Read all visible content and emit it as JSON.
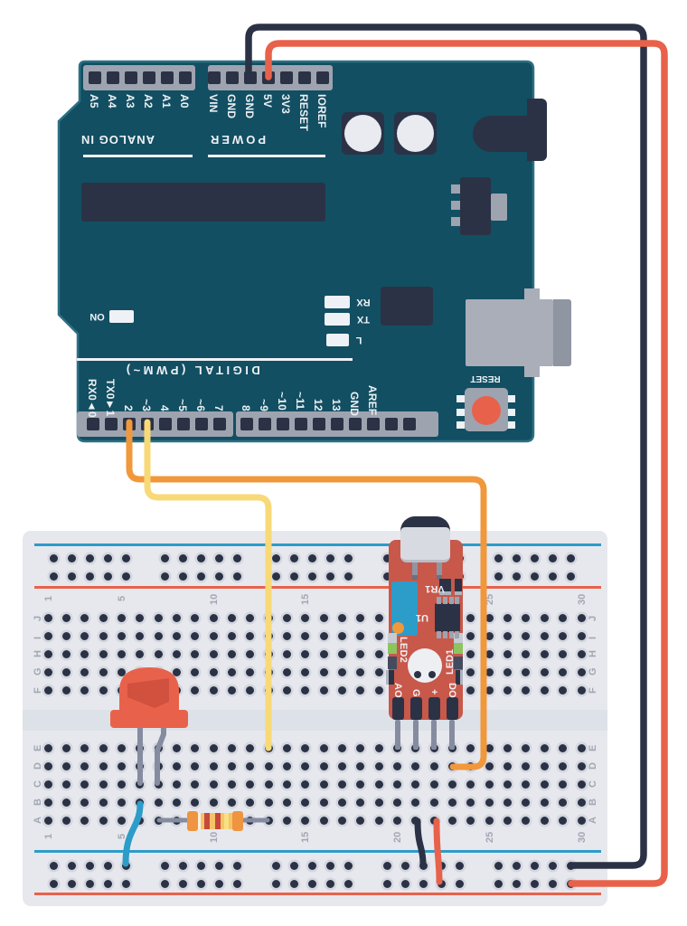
{
  "arduino": {
    "board_color": "#124F62",
    "analog_pins": [
      "A5",
      "A4",
      "A3",
      "A2",
      "A1",
      "A0"
    ],
    "power_pins": [
      "VIN",
      "GND",
      "GND",
      "5V",
      "3V3",
      "RESET",
      "IOREF"
    ],
    "digital_pins_left": [
      "RX0◄0",
      "TX0►1",
      "2",
      "~3",
      "4",
      "~5",
      "~6",
      "7"
    ],
    "digital_pins_right": [
      "8",
      "~9",
      "~10",
      "~11",
      "12",
      "13",
      "GND",
      "AREF"
    ],
    "labels": {
      "analog_section": "ANALOG IN",
      "power_section": "POWER",
      "digital_section": "DIGITAL (PWM~)",
      "on_led": "ON",
      "rx_led": "RX",
      "tx_led": "TX",
      "l_led": "L",
      "reset_button": "RESET"
    }
  },
  "breadboard": {
    "column_numbers": [
      "1",
      "5",
      "10",
      "15",
      "20",
      "25",
      "30"
    ],
    "row_letters_top": [
      "J",
      "I",
      "H",
      "G",
      "F"
    ],
    "row_letters_bottom": [
      "E",
      "D",
      "C",
      "B",
      "A"
    ],
    "positive_rail_color": "#E8624B",
    "negative_rail_color": "#2C9CC9"
  },
  "sensor_module": {
    "board_color": "#C8584A",
    "labels": {
      "potentiometer": "VR1",
      "ic": "U1",
      "led2": "LED2",
      "led1": "LED1"
    },
    "pin_labels": [
      "AO",
      "G",
      "+",
      "DO"
    ]
  },
  "wires": {
    "gnd_main": {
      "color": "#2B3245",
      "from": "Arduino GND",
      "to": "breadboard negative rail"
    },
    "power_5v": {
      "color": "#E8624B",
      "from": "Arduino 5V",
      "to": "breadboard positive rail"
    },
    "signal_do": {
      "color": "#F0983B",
      "from": "Arduino pin 2",
      "to": "sensor DO column"
    },
    "signal_pwm": {
      "color": "#F8D977",
      "from": "Arduino pin ~3",
      "to": "resistor column"
    },
    "led_gnd": {
      "color": "#2C9CC9",
      "from": "LED cathode column",
      "to": "negative rail"
    },
    "sensor_gnd": {
      "color": "#2B3245",
      "from": "sensor G column",
      "to": "negative rail"
    },
    "sensor_vcc": {
      "color": "#E8624B",
      "from": "sensor + column",
      "to": "positive rail"
    }
  },
  "components": {
    "led": {
      "color": "#E8624B"
    },
    "resistor": {
      "body_color": "#F6C468"
    },
    "microphone_cap": {
      "color": "#D7DAE0"
    }
  }
}
